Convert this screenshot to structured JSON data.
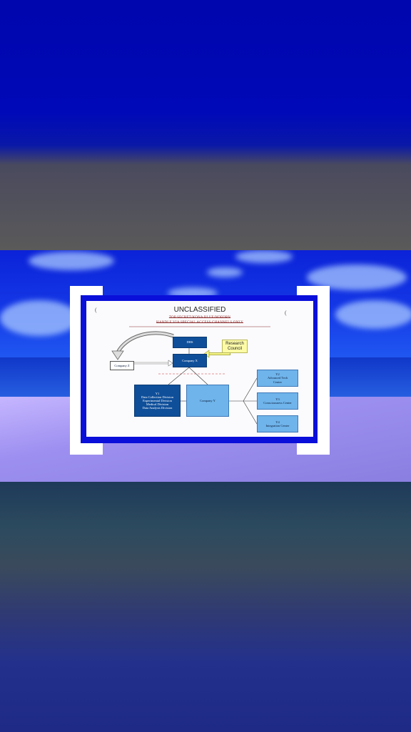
{
  "document": {
    "classification": "UNCLASSIFIED",
    "marking_top": "TOP SECRET/KONA BLUE/NOFORN",
    "marking_bottom": "HANDLE VIA SPECIAL ACCESS CHANNELS ONLY",
    "corner_mark": "("
  },
  "org_chart": {
    "dhs": "DHS",
    "company_x": "Company X",
    "company_z": "Company Z",
    "research_council_line1": "Research",
    "research_council_line2": "Council",
    "company_y": "Company Y",
    "divisions": {
      "label": "Y1",
      "items": [
        "Data Collection Division",
        "Experimental Division",
        "Medical Division",
        "Data Analysis Division"
      ]
    },
    "centers": [
      {
        "label": "Y2",
        "name_line1": "Advanced Tech",
        "name_line2": "Center"
      },
      {
        "label": "Y3",
        "name_line1": "Consciousness Center",
        "name_line2": ""
      },
      {
        "label": "Y4",
        "name_line1": "Integration Center",
        "name_line2": ""
      }
    ]
  },
  "colors": {
    "dark_box": "#0f4f9a",
    "light_box": "#6fb4ea",
    "council_box": "#fdfba8",
    "background_blue": "#0006ad"
  }
}
